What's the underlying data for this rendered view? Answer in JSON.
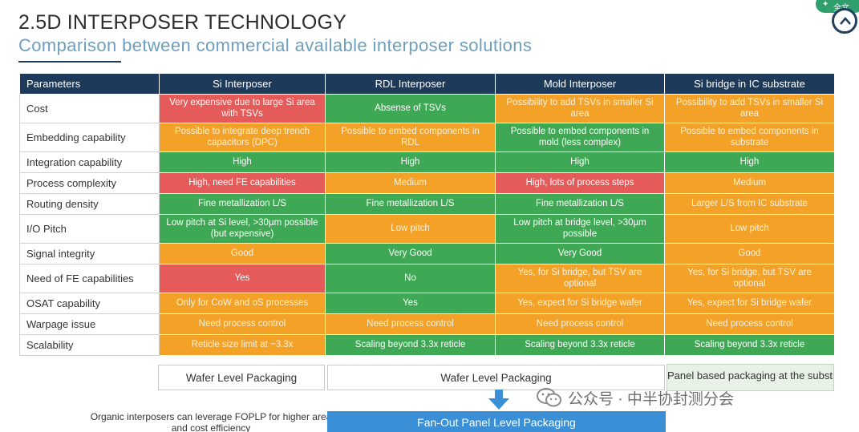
{
  "header": {
    "title": "2.5D INTERPOSER TECHNOLOGY",
    "subtitle": "Comparison between commercial available interposer solutions"
  },
  "corner_badge": {
    "label": "全文",
    "icon": "wechat-fulltext-icon",
    "color": "#2f9f6e"
  },
  "table": {
    "headers": [
      "Parameters",
      "Si Interposer",
      "RDL Interposer",
      "Mold Interposer",
      "Si bridge in IC substrate"
    ],
    "colors": {
      "red": "#e55b5a",
      "green": "#3fa854",
      "orange": "#f4a227",
      "header": "#1d3a5a"
    },
    "rows": [
      {
        "param": "Cost",
        "cells": [
          {
            "text": "Very expensive due to large Si area with TSVs",
            "color": "red"
          },
          {
            "text": "Absense of TSVs",
            "color": "green"
          },
          {
            "text": "Possibility to add TSVs in smaller Si area",
            "color": "orange"
          },
          {
            "text": "Possibility to add TSVs in smaller Si area",
            "color": "orange"
          }
        ]
      },
      {
        "param": "Embedding capability",
        "cells": [
          {
            "text": "Possible to integrate deep trench capacitors (DPC)",
            "color": "orange"
          },
          {
            "text": "Possible to embed components in RDL",
            "color": "orange"
          },
          {
            "text": "Possible to embed components in mold (less complex)",
            "color": "green"
          },
          {
            "text": "Possible to embed components in substrate",
            "color": "orange"
          }
        ]
      },
      {
        "param": "Integration capability",
        "cells": [
          {
            "text": "High",
            "color": "green"
          },
          {
            "text": "High",
            "color": "green"
          },
          {
            "text": "High",
            "color": "green"
          },
          {
            "text": "High",
            "color": "green"
          }
        ]
      },
      {
        "param": "Process complexity",
        "cells": [
          {
            "text": "High, need FE capabilities",
            "color": "red"
          },
          {
            "text": "Medium",
            "color": "orange"
          },
          {
            "text": "High, lots of process steps",
            "color": "red"
          },
          {
            "text": "Medium",
            "color": "orange"
          }
        ]
      },
      {
        "param": "Routing density",
        "cells": [
          {
            "text": "Fine metallization L/S",
            "color": "green"
          },
          {
            "text": "Fine metallization L/S",
            "color": "green"
          },
          {
            "text": "Fine metallization L/S",
            "color": "green"
          },
          {
            "text": "Larger L/S from IC substrate",
            "color": "orange"
          }
        ]
      },
      {
        "param": "I/O Pitch",
        "cells": [
          {
            "text": "Low pitch at Si level, >30µm possible (but expensive)",
            "color": "green"
          },
          {
            "text": "Low pitch",
            "color": "orange"
          },
          {
            "text": "Low pitch at bridge level, >30µm possible",
            "color": "green"
          },
          {
            "text": "Low pitch",
            "color": "orange"
          }
        ]
      },
      {
        "param": "Signal integrity",
        "cells": [
          {
            "text": "Good",
            "color": "orange"
          },
          {
            "text": "Very Good",
            "color": "green"
          },
          {
            "text": "Very Good",
            "color": "green"
          },
          {
            "text": "Good",
            "color": "orange"
          }
        ]
      },
      {
        "param": "Need of FE capabilities",
        "cells": [
          {
            "text": "Yes",
            "color": "red"
          },
          {
            "text": "No",
            "color": "green"
          },
          {
            "text": "Yes, for Si bridge, but TSV are optional",
            "color": "orange"
          },
          {
            "text": "Yes, for Si bridge, but TSV are optional",
            "color": "orange"
          }
        ]
      },
      {
        "param": "OSAT capability",
        "cells": [
          {
            "text": "Only for CoW and oS processes",
            "color": "orange"
          },
          {
            "text": "Yes",
            "color": "green"
          },
          {
            "text": "Yes, expect for Si bridge wafer",
            "color": "orange"
          },
          {
            "text": "Yes, expect for Si bridge wafer",
            "color": "orange"
          }
        ]
      },
      {
        "param": "Warpage issue",
        "cells": [
          {
            "text": "Need process control",
            "color": "orange"
          },
          {
            "text": "Need process control",
            "color": "orange"
          },
          {
            "text": "Need process control",
            "color": "orange"
          },
          {
            "text": "Need process control",
            "color": "orange"
          }
        ]
      },
      {
        "param": "Scalability",
        "cells": [
          {
            "text": "Reticle size limit at ~3.3x",
            "color": "orange"
          },
          {
            "text": "Scaling beyond 3.3x reticle",
            "color": "green"
          },
          {
            "text": "Scaling beyond 3.3x reticle",
            "color": "green"
          },
          {
            "text": "Scaling beyond 3.3x reticle",
            "color": "green"
          }
        ]
      }
    ]
  },
  "packaging": {
    "si_box": "Wafer Level Packaging",
    "rdl_mold_box": "Wafer Level Packaging",
    "panel_box": "Panel based packaging at the substrate level",
    "fanout_label": "Fan-Out Panel Level Packaging",
    "organic_note": "Organic interposers can leverage FOPLP for higher area and cost efficiency",
    "arrow_icon": "down-arrow-icon",
    "arrow_color": "#3a8fd6"
  },
  "watermark": {
    "text": "公众号 · 中半协封测分会",
    "icon": "wechat-logo-icon"
  }
}
